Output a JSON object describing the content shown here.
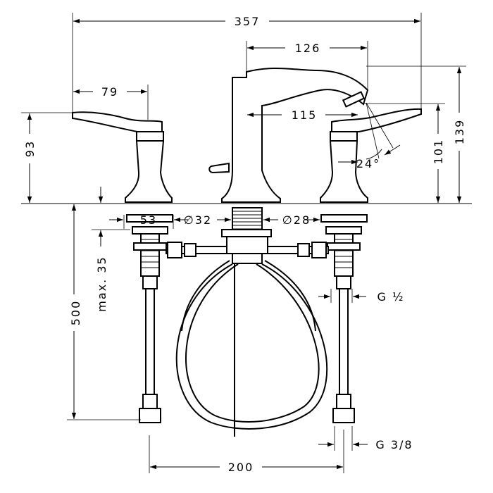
{
  "dimensions": {
    "overall_width": "357",
    "spout_reach": "126",
    "spout_inner": "115",
    "handle_length": "79",
    "handle_height": "93",
    "spout_height_low": "101",
    "spout_height_high": "139",
    "spout_angle": "24°",
    "handle_base": "53",
    "spout_base_diameter": "∅32",
    "handle_base_diameter": "∅28",
    "max_thickness": "max. 35",
    "hose_length": "500",
    "inlet_thread": "G ½",
    "hose_thread": "G 3/8",
    "centers": "200"
  },
  "colors": {
    "line": "#000000",
    "background": "#ffffff"
  }
}
